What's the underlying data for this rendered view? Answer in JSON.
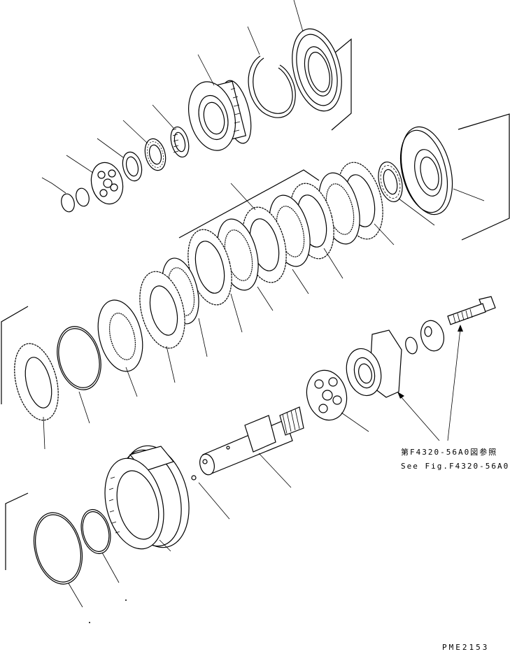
{
  "reference_note": {
    "japanese": "第F4320-56A0図参照",
    "english": "See Fig.F4320-56A0"
  },
  "drawing_code": "PME2153"
}
